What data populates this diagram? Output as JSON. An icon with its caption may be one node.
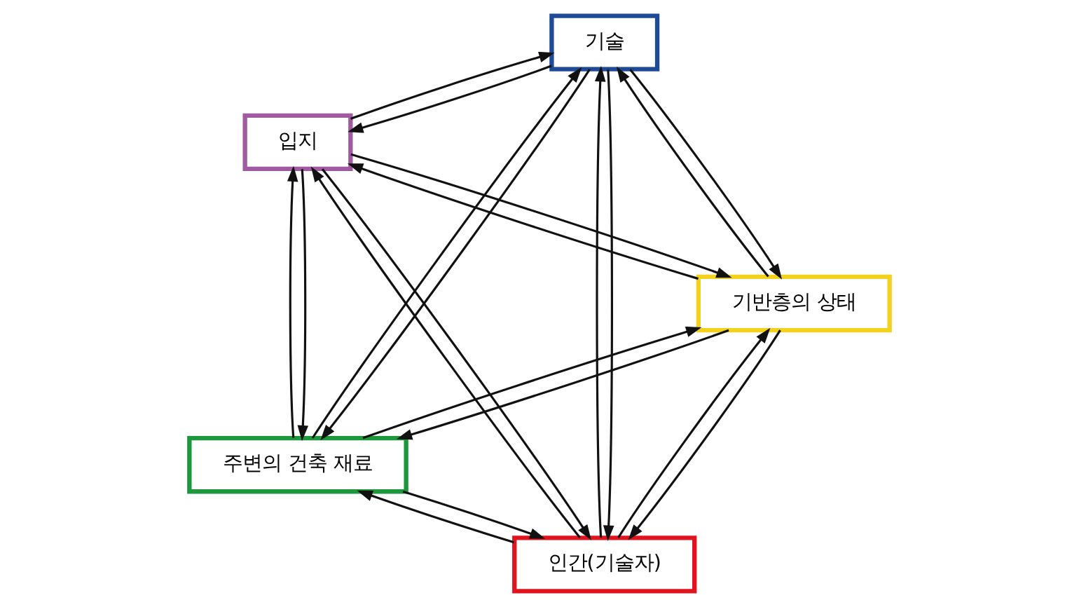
{
  "diagram": {
    "nodes": [
      {
        "text": [
          "인간(기술자)"
        ]
      },
      {
        "text": [
          "기반층의 상태"
        ]
      },
      {
        "text": [
          "입지"
        ]
      },
      {
        "text": [
          "기술"
        ]
      },
      {
        "text": [
          "주변의 건축 재료"
        ]
      }
    ],
    "edges": [
      {
        "from": 0,
        "to": 1,
        "arrow": "to"
      },
      {
        "from": 1,
        "to": 0,
        "arrow": "to"
      },
      {
        "from": 0,
        "to": 2,
        "arrow": "to"
      },
      {
        "from": 2,
        "to": 0,
        "arrow": "to"
      },
      {
        "from": 0,
        "to": 3,
        "arrow": "to"
      },
      {
        "from": 3,
        "to": 0,
        "arrow": "to"
      },
      {
        "from": 0,
        "to": 4,
        "arrow": "to"
      },
      {
        "from": 4,
        "to": 0,
        "arrow": "to"
      },
      {
        "from": 1,
        "to": 2,
        "arrow": "to"
      },
      {
        "from": 2,
        "to": 1,
        "arrow": "to"
      },
      {
        "from": 1,
        "to": 3,
        "arrow": "to"
      },
      {
        "from": 3,
        "to": 1,
        "arrow": "to"
      },
      {
        "from": 1,
        "to": 4,
        "arrow": "to"
      },
      {
        "from": 4,
        "to": 1,
        "arrow": "to"
      },
      {
        "from": 2,
        "to": 3,
        "arrow": "to"
      },
      {
        "from": 3,
        "to": 2,
        "arrow": "to"
      },
      {
        "from": 2,
        "to": 4,
        "arrow": "to"
      },
      {
        "from": 4,
        "to": 2,
        "arrow": "to"
      },
      {
        "from": 3,
        "to": 4,
        "arrow": "to"
      },
      {
        "from": 4,
        "to": 3,
        "arrow": "to"
      }
    ]
  }
}
